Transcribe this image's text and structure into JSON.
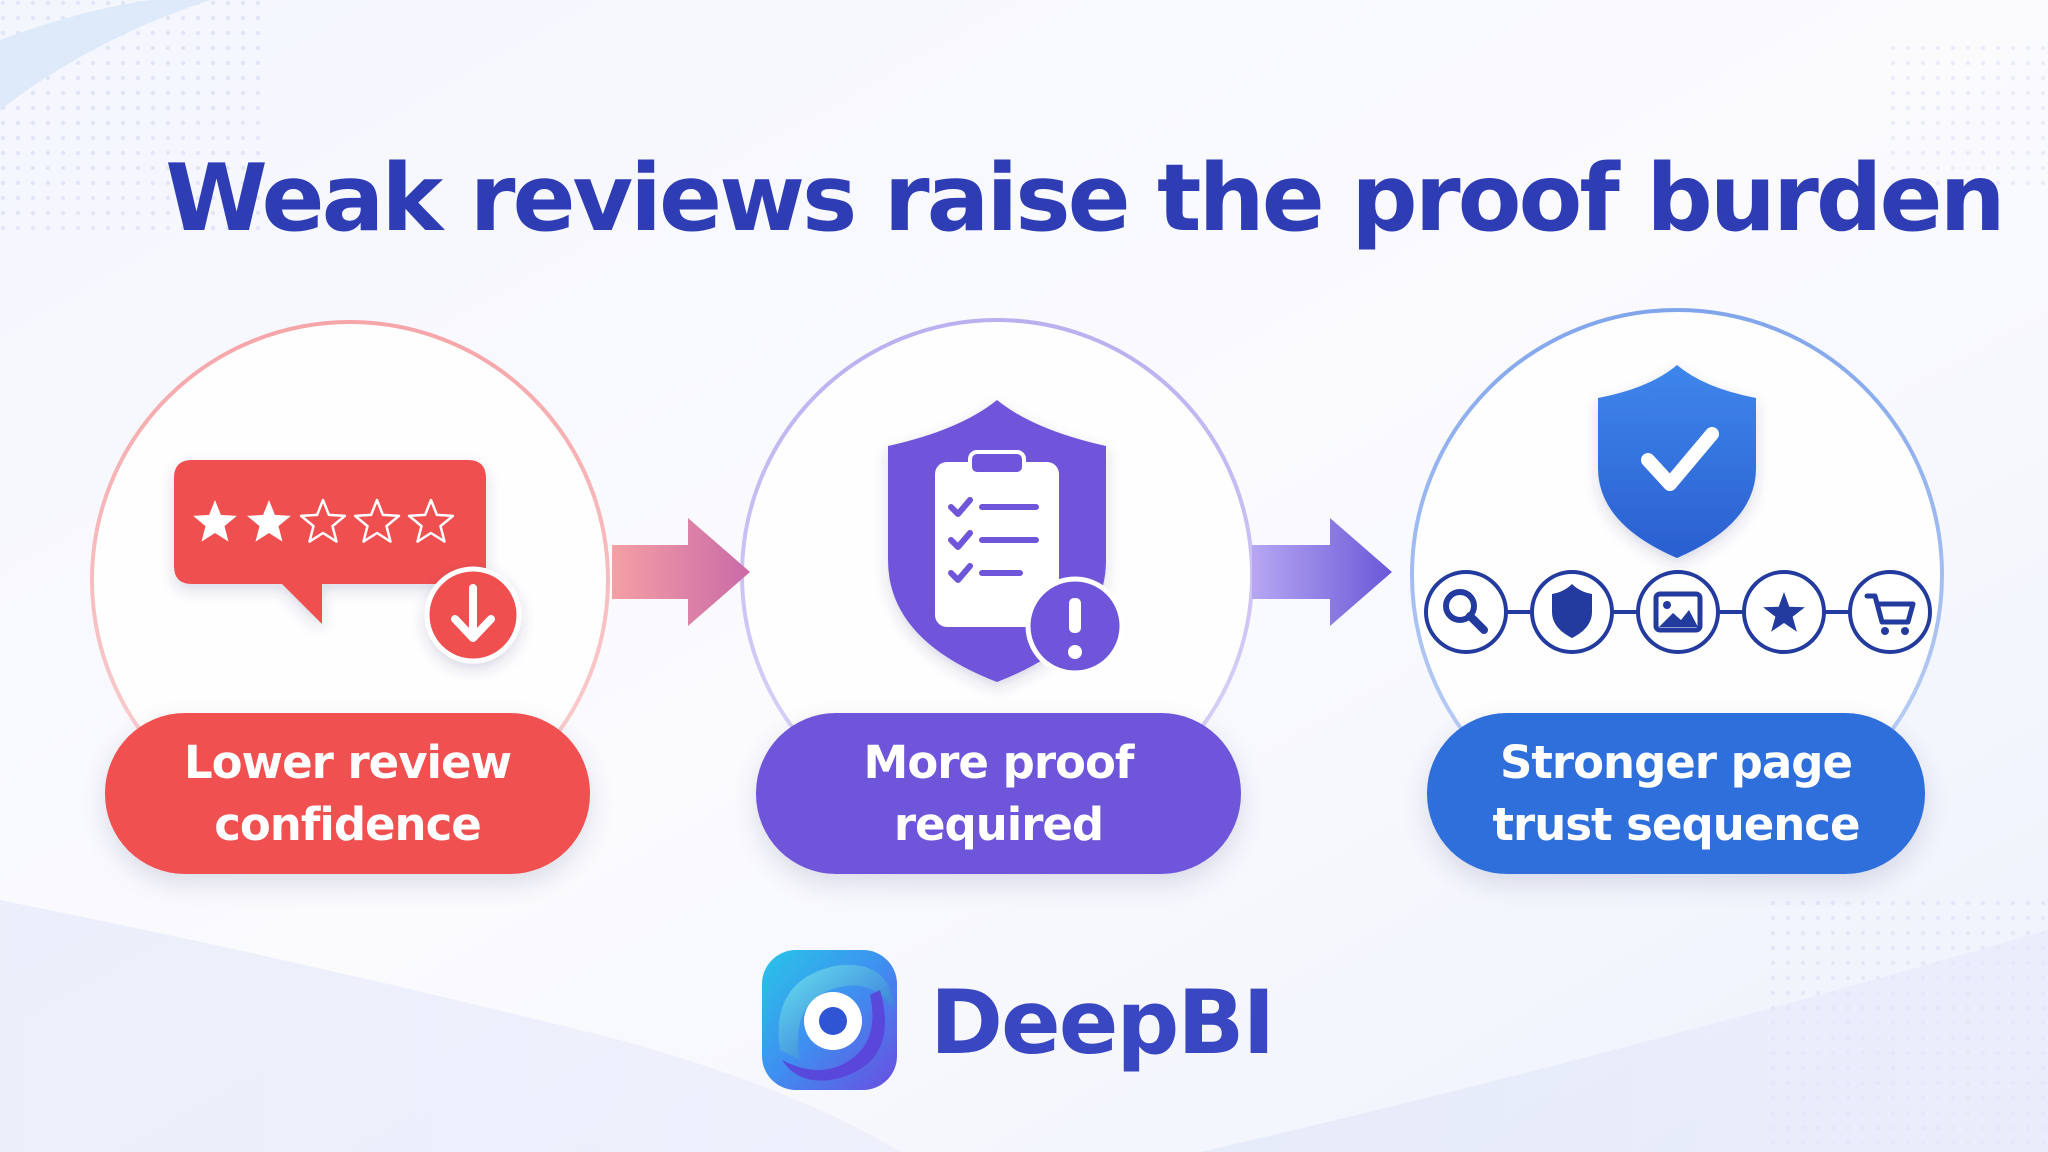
{
  "title": "Weak reviews raise the proof burden",
  "steps": [
    {
      "label_line1": "Lower review",
      "label_line2": "confidence",
      "icon": "low-star-rating-bubble-icon",
      "color": "#f0504f"
    },
    {
      "label_line1": "More proof",
      "label_line2": "required",
      "icon": "shield-checklist-alert-icon",
      "color": "#6f55da"
    },
    {
      "label_line1": "Stronger page",
      "label_line2": "trust sequence",
      "icon": "shield-check-icon",
      "color": "#2f6fdc"
    }
  ],
  "rating": {
    "filled_stars": 2,
    "total_stars": 5
  },
  "trust_sequence_icons": [
    "search-icon",
    "shield-icon",
    "image-icon",
    "star-icon",
    "cart-icon"
  ],
  "brand": {
    "name": "DeepBI",
    "icon": "deepbi-logo-icon"
  },
  "colors": {
    "title": "#2f3db5",
    "brand_text": "#3a47c2",
    "red": "#f0504f",
    "purple": "#6f55da",
    "blue": "#2f6fdc",
    "navy_icon": "#233b9e"
  }
}
